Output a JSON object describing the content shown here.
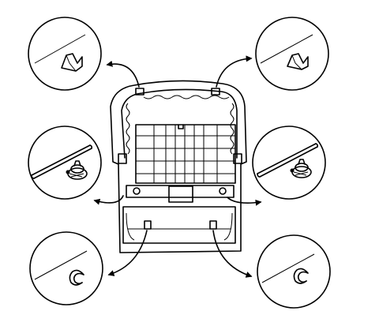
{
  "diagram": {
    "kind": "seat-back-frame-exploded-view",
    "callouts": [
      {
        "id": "top-left",
        "part": "retainer-clip-icon"
      },
      {
        "id": "top-right",
        "part": "retainer-clip-icon"
      },
      {
        "id": "middle-left",
        "part": "rod-with-push-fastener-icon"
      },
      {
        "id": "middle-right",
        "part": "rod-with-push-fastener-icon"
      },
      {
        "id": "bottom-left",
        "part": "c-clip-icon"
      },
      {
        "id": "bottom-right",
        "part": "c-clip-icon"
      }
    ],
    "colors": {
      "line": "#000000",
      "background": "#ffffff"
    }
  }
}
